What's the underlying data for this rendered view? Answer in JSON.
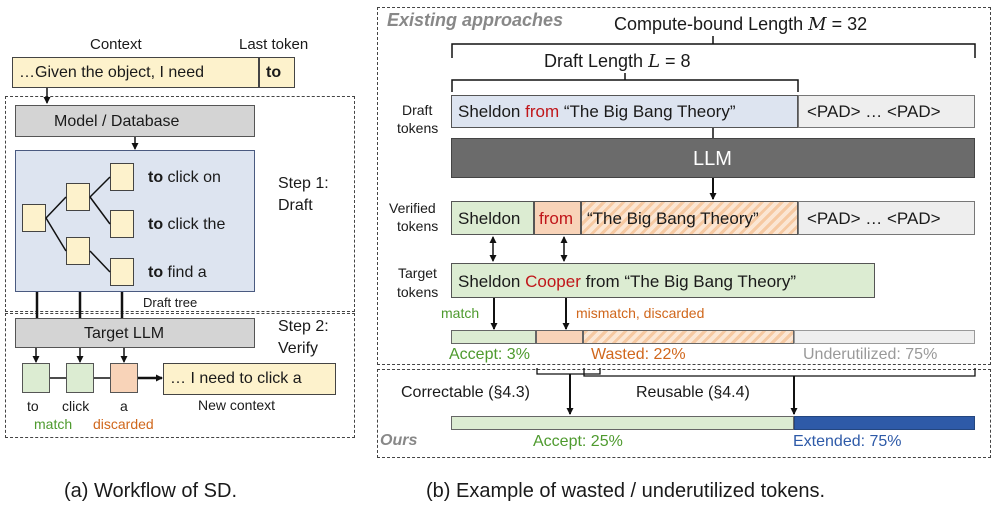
{
  "panel_a": {
    "context_label": "Context",
    "last_token_label": "Last token",
    "context_text": "…Given the object, I need",
    "last_token": "to",
    "model_db": "Model / Database",
    "step1": "Step 1:",
    "step1b": "Draft",
    "cand_bold": "to",
    "cand1": " click on",
    "cand2": " click the",
    "cand3": " find a",
    "draft_tree": "Draft tree",
    "target_llm": "Target LLM",
    "step2": "Step 2:",
    "step2b": "Verify",
    "new_context_text": "… I need to click a",
    "tok1": "to",
    "tok2": "click",
    "tok3": "a",
    "match": "match",
    "discarded": "discarded",
    "new_context": "New context",
    "caption": "(a) Workflow of SD."
  },
  "panel_b": {
    "existing": "Existing approaches",
    "compute_bound": "Compute-bound Length ",
    "compute_var": "M",
    "compute_eq": " = 32",
    "draft_len": "Draft Length ",
    "draft_var": "L",
    "draft_eq": " = 8",
    "draft_tokens_1": "Draft",
    "draft_tokens_2": "tokens",
    "draft_seq_a": "Sheldon ",
    "draft_seq_b": "from",
    "draft_seq_c": " “The Big Bang Theory”",
    "pad": "<PAD> … <PAD>",
    "llm": "LLM",
    "verified_1": "Verified",
    "verified_2": "tokens",
    "ver_sheldon": "Sheldon",
    "ver_from": "from",
    "ver_rest": "“The Big Bang Theory”",
    "pad2": "<PAD> … <PAD>",
    "target_1": "Target",
    "target_2": "tokens",
    "target_a": "Sheldon ",
    "target_b": "Cooper",
    "target_c": " from “The Big Bang Theory”",
    "match": "match",
    "mismatch": "mismatch, discarded",
    "accept3": "Accept: 3%",
    "wasted": "Wasted: 22%",
    "underutil": "Underutilized: 75%",
    "correctable": "Correctable (§4.3)",
    "reusable": "Reusable (§4.4)",
    "ours": "Ours",
    "accept25": "Accept: 25%",
    "extended": "Extended: 75%",
    "caption": "(b) Example of wasted / underutilized tokens."
  },
  "colors": {
    "yellow_box": "#fdf2cc",
    "green": "#dcecd2",
    "orange": "#f8d3b8",
    "blue_panel": "#dde4f0",
    "dark_llm": "#6b6b6b",
    "grey_box": "#d4d4d4",
    "extended_blue": "#2e5aa8",
    "green_text": "#4e9a2e",
    "orange_text": "#d0671c",
    "red_text": "#c0161a"
  }
}
